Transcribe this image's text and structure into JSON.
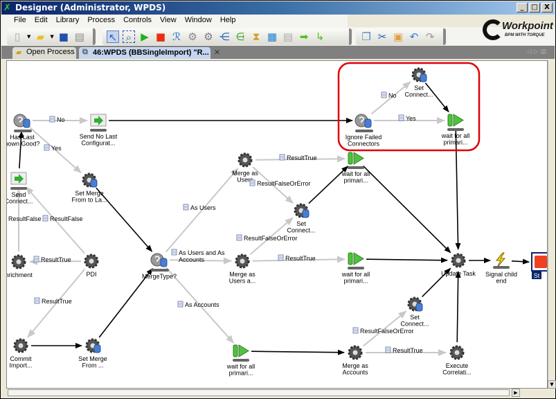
{
  "window": {
    "title": "Designer (Administrator, WPDS)",
    "minimize": "_",
    "maximize": "□",
    "close": "X"
  },
  "menu": [
    "File",
    "Edit",
    "Library",
    "Process",
    "Controls",
    "View",
    "Window",
    "Help"
  ],
  "brand": {
    "name": "Workpoint",
    "tagline": "BPM WITH TORQUE"
  },
  "tabs": [
    {
      "label": "Open Process"
    },
    {
      "label": "46:WPDS (BBSingleImport) \"R...",
      "close": "✕"
    }
  ],
  "toolbar_icons": [
    "new-icon",
    "open-folder-icon",
    "save-icon",
    "print-icon",
    "pointer-icon",
    "zoom-select-icon",
    "run-icon",
    "stop-icon",
    "runner-icon",
    "gear-icon",
    "gear-db-icon",
    "branch-icon",
    "multi-branch-icon",
    "hourglass-icon",
    "blocks-icon",
    "document-icon",
    "arrow-right-icon",
    "arrow-down-right-icon",
    "copy-icon",
    "cut-icon",
    "paste-icon",
    "undo-icon",
    "redo-icon"
  ],
  "diagram": {
    "highlight_color": "#e00000",
    "nodes": [
      {
        "id": "has_last",
        "type": "decision",
        "label": [
          "Has Last",
          "nown Good?"
        ]
      },
      {
        "id": "send_no_last",
        "type": "send",
        "label": [
          "Send No Last",
          "Configurat..."
        ]
      },
      {
        "id": "send_connect",
        "type": "send",
        "label": [
          "Send",
          "Connect..."
        ]
      },
      {
        "id": "set_merge_from_to",
        "type": "geardb",
        "label": [
          "Set Merge",
          "From to La..."
        ]
      },
      {
        "id": "enrichment",
        "type": "gear",
        "label": [
          "nrichment"
        ]
      },
      {
        "id": "pdi",
        "type": "gear",
        "label": [
          "PDI"
        ]
      },
      {
        "id": "commit",
        "type": "gear",
        "label": [
          "Commit",
          "Import..."
        ]
      },
      {
        "id": "set_merge_from",
        "type": "geardb",
        "label": [
          "Set Merge",
          "From ..."
        ]
      },
      {
        "id": "merge_type",
        "type": "decision",
        "label": [
          "MergeType?"
        ]
      },
      {
        "id": "merge_users",
        "type": "gear",
        "label": [
          "Merge as",
          "Users"
        ]
      },
      {
        "id": "set_connect_mid",
        "type": "geardb",
        "label": [
          "Set",
          "Connect..."
        ]
      },
      {
        "id": "merge_users_a",
        "type": "gear",
        "label": [
          "Merge as",
          "Users a..."
        ]
      },
      {
        "id": "wait1",
        "type": "wait",
        "label": [
          "wait for all",
          "primari..."
        ]
      },
      {
        "id": "wait2",
        "type": "wait",
        "label": [
          "wait for all",
          "primari..."
        ]
      },
      {
        "id": "wait3",
        "type": "wait",
        "label": [
          "wait for all",
          "primari..."
        ]
      },
      {
        "id": "merge_accounts",
        "type": "gear",
        "label": [
          "Merge as",
          "Accounts"
        ]
      },
      {
        "id": "set_connect_low",
        "type": "geardb",
        "label": [
          "Set",
          "Connect..."
        ]
      },
      {
        "id": "exec_corr",
        "type": "gear",
        "label": [
          "Execute",
          "Correlati..."
        ]
      },
      {
        "id": "update_task",
        "type": "gear",
        "label": [
          "Update Task"
        ]
      },
      {
        "id": "signal",
        "type": "signal",
        "label": [
          "Signal child",
          "end"
        ]
      },
      {
        "id": "stop",
        "type": "stop",
        "label": [
          "St"
        ]
      },
      {
        "id": "ignore_failed",
        "type": "decision",
        "label": [
          "Ignore Failed",
          "Connectors"
        ]
      },
      {
        "id": "set_connect_top",
        "type": "geardb",
        "label": [
          "Set",
          "Connect..."
        ]
      },
      {
        "id": "wait_top",
        "type": "wait",
        "label": [
          "wait for all",
          "primari..."
        ]
      }
    ],
    "edges": [
      {
        "from": "has_last",
        "to": "send_no_last",
        "label": "No",
        "cond": true
      },
      {
        "from": "has_last",
        "to": "set_merge_from_to",
        "label": "Yes",
        "cond": true
      },
      {
        "from": "send_no_last",
        "to": "ignore_failed",
        "cond": false
      },
      {
        "from": "send_connect",
        "to": "has_last",
        "cond": false
      },
      {
        "from": "enrichment",
        "to": "send_connect",
        "label": "ResultFalse",
        "cond": true
      },
      {
        "from": "pdi",
        "to": "send_connect",
        "label": "ResultFalse",
        "cond": true
      },
      {
        "from": "pdi",
        "to": "enrichment",
        "label": "ResultTrue",
        "cond": true
      },
      {
        "from": "pdi",
        "to": "commit",
        "label": "ResultTrue",
        "cond": true
      },
      {
        "from": "commit",
        "to": "set_merge_from",
        "cond": false
      },
      {
        "from": "set_merge_from",
        "to": "merge_type",
        "cond": false
      },
      {
        "from": "set_merge_from_to",
        "to": "merge_type",
        "cond": false
      },
      {
        "from": "merge_type",
        "to": "merge_users",
        "label": "As Users",
        "cond": true
      },
      {
        "from": "merge_type",
        "to": "merge_users_a",
        "label": "As Users and As Accounts",
        "cond": true
      },
      {
        "from": "merge_type",
        "to": "wait3",
        "label": "As Accounts",
        "cond": true
      },
      {
        "from": "merge_users",
        "to": "wait1",
        "label": "ResultTrue",
        "cond": true
      },
      {
        "from": "merge_users",
        "to": "set_connect_mid",
        "label": "ResultFalseOrError",
        "cond": true
      },
      {
        "from": "merge_users_a",
        "to": "set_connect_mid",
        "label": "ResultFalseOrError",
        "cond": true
      },
      {
        "from": "merge_users_a",
        "to": "wait2",
        "label": "ResultTrue",
        "cond": true
      },
      {
        "from": "set_connect_mid",
        "to": "wait1",
        "cond": false
      },
      {
        "from": "wait1",
        "to": "update_task",
        "cond": false
      },
      {
        "from": "wait2",
        "to": "update_task",
        "cond": false
      },
      {
        "from": "wait3",
        "to": "merge_accounts",
        "cond": false
      },
      {
        "from": "merge_accounts",
        "to": "set_connect_low",
        "label": "ResultFalseOrError",
        "cond": true
      },
      {
        "from": "merge_accounts",
        "to": "exec_corr",
        "label": "ResultTrue",
        "cond": true
      },
      {
        "from": "set_connect_low",
        "to": "update_task",
        "cond": false
      },
      {
        "from": "exec_corr",
        "to": "update_task",
        "cond": false
      },
      {
        "from": "wait_top",
        "to": "update_task",
        "cond": false
      },
      {
        "from": "update_task",
        "to": "signal",
        "cond": false
      },
      {
        "from": "signal",
        "to": "stop",
        "cond": false
      },
      {
        "from": "ignore_failed",
        "to": "set_connect_top",
        "label": "No",
        "cond": true
      },
      {
        "from": "ignore_failed",
        "to": "wait_top",
        "label": "Yes",
        "cond": true
      },
      {
        "from": "set_connect_top",
        "to": "wait_top",
        "cond": false
      }
    ]
  }
}
